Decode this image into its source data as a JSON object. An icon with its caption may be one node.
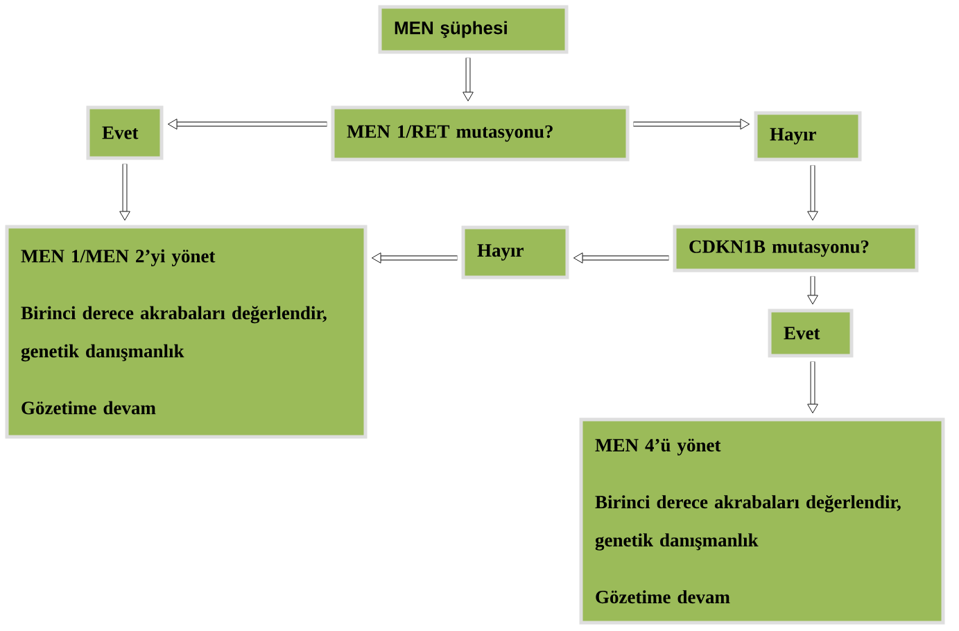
{
  "diagram": {
    "nodes": [
      {
        "text": [
          "MEN şüphesi"
        ]
      },
      {
        "text": [
          "MEN 1/RET mutasyonu?"
        ]
      },
      {
        "text": [
          "Evet"
        ]
      },
      {
        "text": [
          "Hayır"
        ]
      },
      {
        "text": [
          "MEN 1/MEN 2’yi yönet",
          "Birinci derece akrabaları değerlendir, genetik danışmanlık",
          "Gözetime devam"
        ]
      },
      {
        "text": [
          "Hayır"
        ]
      },
      {
        "text": [
          "CDKN1B mutasyonu?"
        ]
      },
      {
        "text": [
          "Evet"
        ]
      },
      {
        "text": [
          "MEN 4’ü yönet",
          "Birinci derece akrabaları değerlendir, genetik danışmanlık",
          "Gözetime devam"
        ]
      }
    ],
    "edges": [
      {
        "from": 0,
        "to": 1,
        "arrow": "to"
      },
      {
        "from": 1,
        "to": 2,
        "arrow": "to"
      },
      {
        "from": 1,
        "to": 3,
        "arrow": "to"
      },
      {
        "from": 2,
        "to": 4,
        "arrow": "to"
      },
      {
        "from": 3,
        "to": 6,
        "arrow": "to"
      },
      {
        "from": 6,
        "to": 5,
        "arrow": "to"
      },
      {
        "from": 5,
        "to": 4,
        "arrow": "to"
      },
      {
        "from": 6,
        "to": 7,
        "arrow": "to"
      },
      {
        "from": 7,
        "to": 8,
        "arrow": "to"
      }
    ]
  }
}
